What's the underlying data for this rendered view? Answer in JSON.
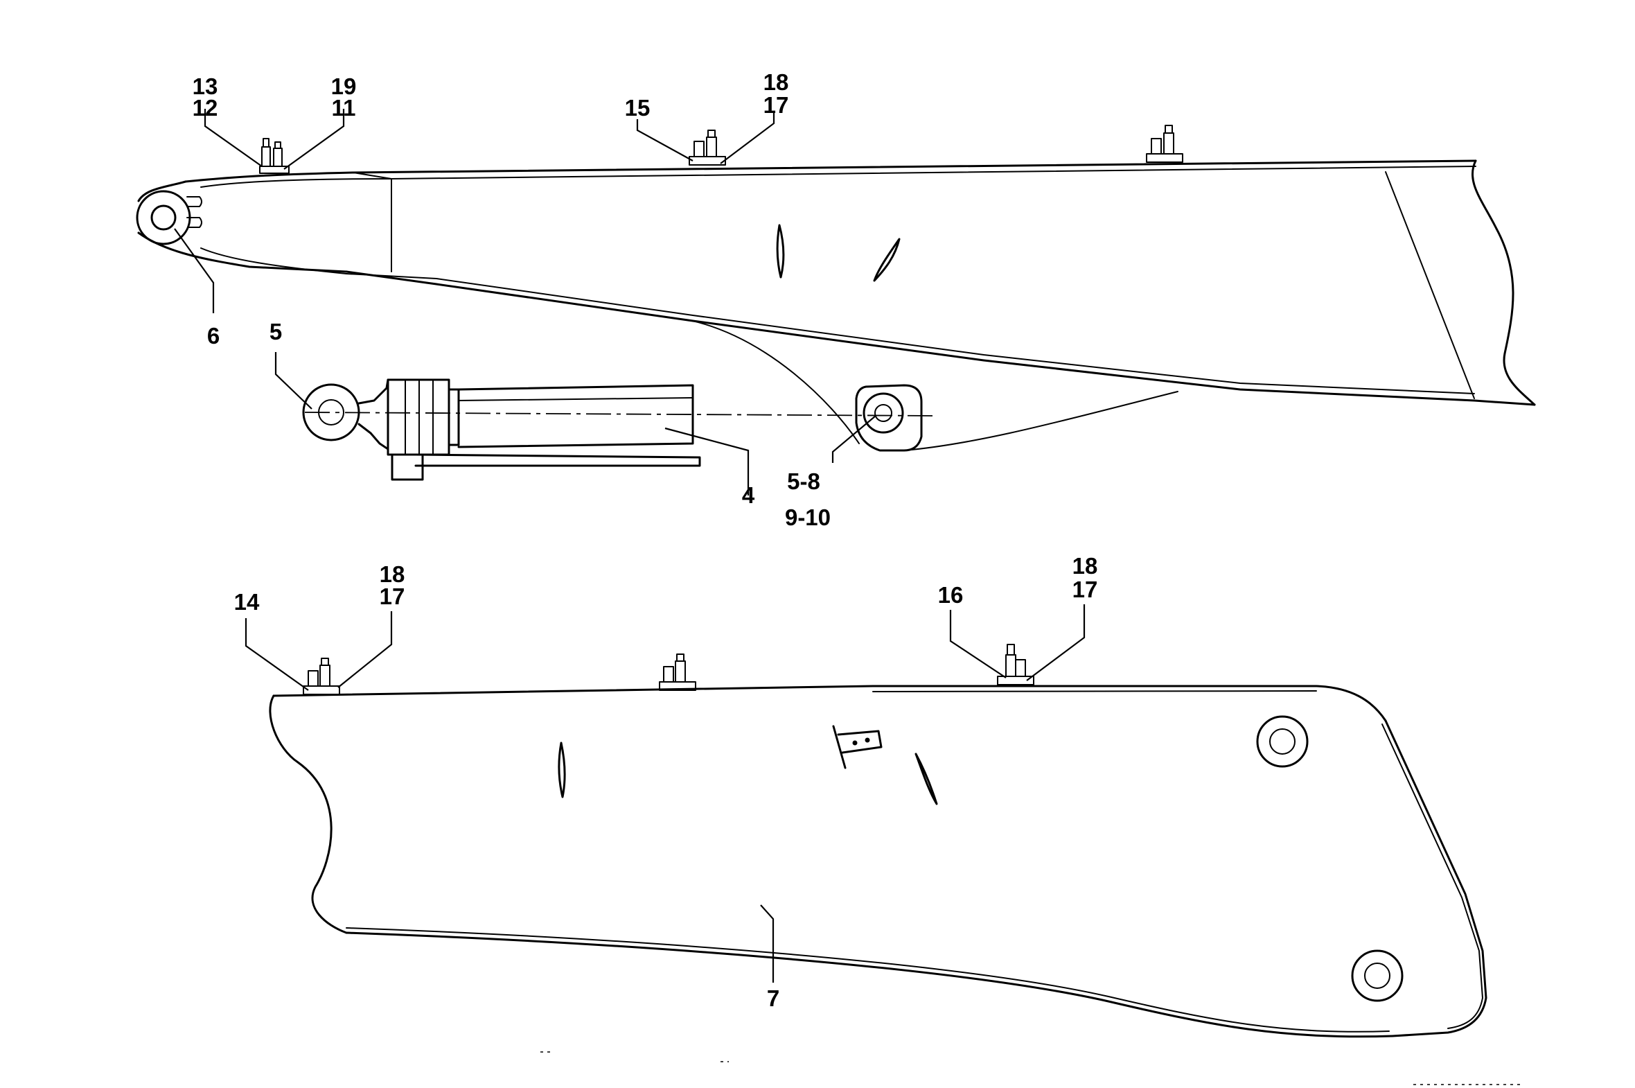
{
  "callouts": {
    "top_left_13": "13",
    "top_left_12": "12",
    "top_left_19": "19",
    "top_left_11": "11",
    "top_mid_15": "15",
    "top_mid_18": "18",
    "top_mid_17": "17",
    "pin_6": "6",
    "eye_5": "5",
    "cylinder_4": "4",
    "bracket_5_8": "5-8",
    "bracket_9_10": "9-10",
    "bottom_left_14": "14",
    "bottom_left_18": "18",
    "bottom_left_17": "17",
    "bottom_mid_16": "16",
    "bottom_mid_18": "18",
    "bottom_mid_17": "17",
    "boom_7": "7"
  }
}
